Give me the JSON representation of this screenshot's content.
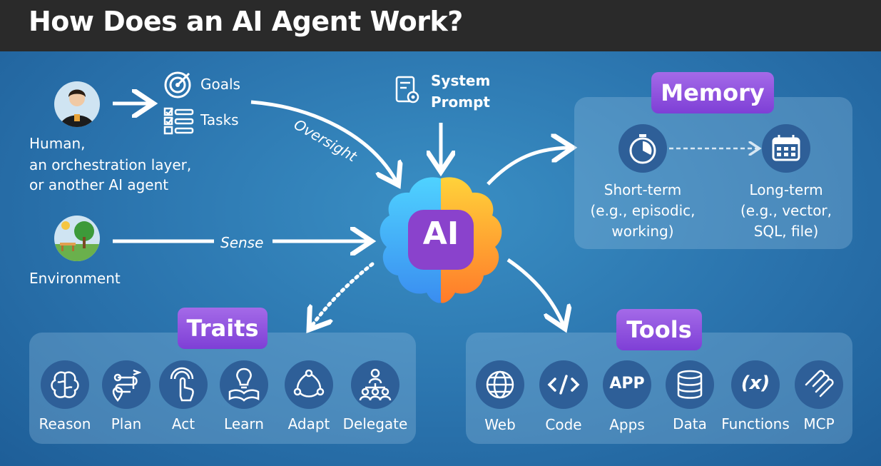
{
  "title": "How Does an AI Agent Work?",
  "human": {
    "line1": "Human,",
    "line2": "an orchestration layer,",
    "line3": "or another AI agent"
  },
  "goals": "Goals",
  "tasks": "Tasks",
  "oversight": "Oversight",
  "system_prompt": {
    "line1": "System",
    "line2": "Prompt"
  },
  "environment": "Environment",
  "sense": "Sense",
  "ai": "AI",
  "memory": {
    "title": "Memory",
    "short": {
      "label": "Short-term",
      "ex1": "(e.g., episodic,",
      "ex2": "working)"
    },
    "long": {
      "label": "Long-term",
      "ex1": "(e.g., vector,",
      "ex2": "SQL, file)"
    }
  },
  "traits": {
    "title": "Traits",
    "items": [
      {
        "label": "Reason",
        "icon": "brain-icon"
      },
      {
        "label": "Plan",
        "icon": "route-icon"
      },
      {
        "label": "Act",
        "icon": "tap-icon"
      },
      {
        "label": "Learn",
        "icon": "lightbulb-book-icon"
      },
      {
        "label": "Adapt",
        "icon": "cycle-icon"
      },
      {
        "label": "Delegate",
        "icon": "team-icon"
      }
    ]
  },
  "tools": {
    "title": "Tools",
    "app_icon_text": "APP",
    "fx_icon_text": "(x)",
    "items": [
      {
        "label": "Web",
        "icon": "globe-icon"
      },
      {
        "label": "Code",
        "icon": "code-icon"
      },
      {
        "label": "Apps",
        "icon": "app-icon"
      },
      {
        "label": "Data",
        "icon": "database-icon"
      },
      {
        "label": "Functions",
        "icon": "function-icon"
      },
      {
        "label": "MCP",
        "icon": "mcp-icon"
      }
    ]
  },
  "colors": {
    "background": "#2a73ad",
    "title_bar": "#2a2a2a",
    "pill": "#8b4fe0",
    "icon_circle": "#2e5f98"
  }
}
